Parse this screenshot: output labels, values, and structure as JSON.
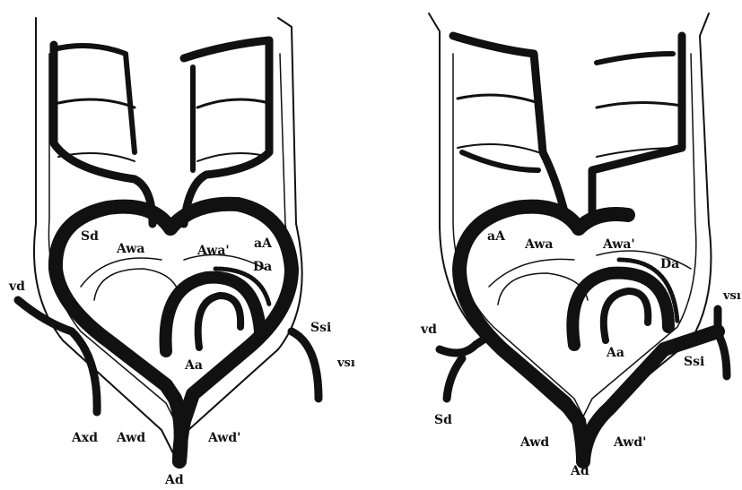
{
  "figure": {
    "left_panel": {
      "labels": {
        "sd": "Sd",
        "awa": "Awa",
        "awa_prime": "Awa'",
        "aa_upper": "aA",
        "da": "Da",
        "vd": "vd",
        "ssi": "Ssi",
        "vsi": "vsı",
        "aa": "Aa",
        "axd": "Axd",
        "awd": "Awd",
        "awd_prime": "Awd'",
        "ad": "Ad"
      }
    },
    "right_panel": {
      "labels": {
        "aa_upper": "aA",
        "awa": "Awa",
        "awa_prime": "Awa'",
        "da": "Da",
        "vsi": "vsı",
        "vd": "vd",
        "aa": "Aa",
        "ssi": "Ssi",
        "sd": "Sd",
        "awd": "Awd",
        "awd_prime": "Awd'",
        "ad": "Ad"
      }
    }
  }
}
